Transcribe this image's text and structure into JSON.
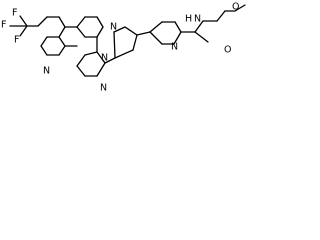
{
  "diagram": {
    "type": "chemical-structure",
    "colors": {
      "bond": "#000000",
      "label": "#000000",
      "background": "#ffffff"
    },
    "atom_labels": {
      "f_top": "F",
      "f_left": "F",
      "f_bottom": "F",
      "n_naph_1": "N",
      "n_naph_2": "N",
      "n_pyrazole_1": "N",
      "n_pyrazole_2": "N",
      "n_pyridine": "N",
      "nh_amide": "N",
      "h_amide": "H",
      "o_carbonyl": "O",
      "o_ether": "O"
    }
  }
}
